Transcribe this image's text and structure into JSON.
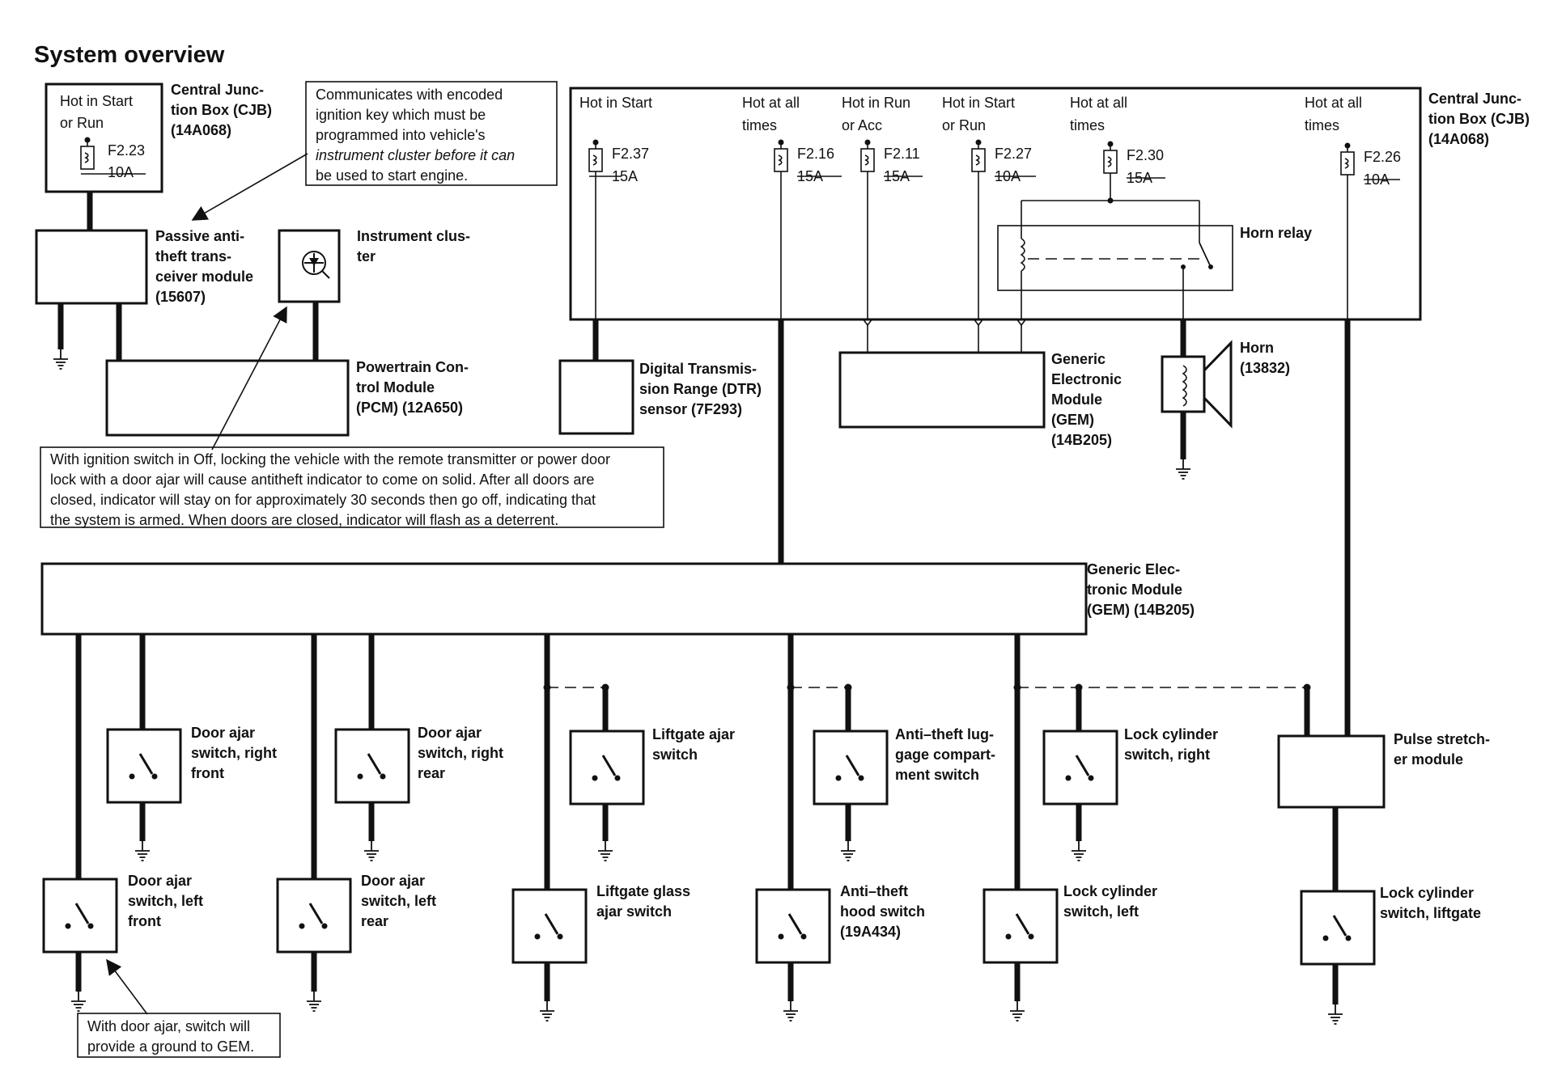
{
  "title": "System overview",
  "cjb_left": {
    "hot": [
      "Hot in Start",
      "or Run"
    ],
    "fuse_id": "F2.23",
    "fuse_amp": "10A",
    "label": [
      "Central Junc-",
      "tion Box (CJB)",
      "(14A068)"
    ]
  },
  "note_ignition_key": [
    "Communicates with encoded",
    "ignition key which must be",
    "programmed into vehicle's",
    "instrument cluster before it can",
    "be used to start engine."
  ],
  "pats_module": [
    "Passive anti-",
    "theft trans-",
    "ceiver module",
    "(15607)"
  ],
  "instrument_cluster": [
    "Instrument clus-",
    "ter"
  ],
  "pcm": [
    "Powertrain Con-",
    "trol Module",
    "(PCM) (12A650)"
  ],
  "note_antitheft_indicator": [
    "With ignition switch in Off, locking the vehicle with the remote transmitter or power door",
    "lock with a door ajar will cause antitheft indicator to come on solid. After all doors are",
    "closed, indicator will stay on for approximately 30 seconds then go off, indicating that",
    "the system is armed. When doors are closed, indicator will flash as a deterrent."
  ],
  "cjb_right": {
    "label": [
      "Central Junc-",
      "tion Box (CJB)",
      "(14A068)"
    ],
    "fuses": [
      {
        "hot": [
          "Hot in Start",
          ""
        ],
        "id": "F2.37",
        "amp": "15A"
      },
      {
        "hot": [
          "Hot at all",
          "times"
        ],
        "id": "F2.16",
        "amp": "15A"
      },
      {
        "hot": [
          "Hot in Run",
          "or Acc"
        ],
        "id": "F2.11",
        "amp": "15A"
      },
      {
        "hot": [
          "Hot in Start",
          "or Run"
        ],
        "id": "F2.27",
        "amp": "10A"
      },
      {
        "hot": [
          "Hot at all",
          "times"
        ],
        "id": "F2.30",
        "amp": "15A"
      },
      {
        "hot": [
          "Hot at all",
          "times"
        ],
        "id": "F2.26",
        "amp": "10A"
      }
    ]
  },
  "horn_relay": "Horn relay",
  "horn": [
    "Horn",
    "(13832)"
  ],
  "dtr_sensor": [
    "Digital Transmis-",
    "sion Range (DTR)",
    "sensor (7F293)"
  ],
  "gem_upper": [
    "Generic",
    "Electronic",
    "Module",
    "(GEM)",
    "(14B205)"
  ],
  "gem_main": [
    "Generic Elec-",
    "tronic Module",
    "(GEM) (14B205)"
  ],
  "switches": {
    "door_rf": [
      "Door ajar",
      "switch, right",
      "front"
    ],
    "door_rr": [
      "Door ajar",
      "switch, right",
      "rear"
    ],
    "liftgate_ajar": [
      "Liftgate ajar",
      "switch"
    ],
    "antitheft_luggage": [
      "Anti–theft lug-",
      "gage compart-",
      "ment switch"
    ],
    "lock_cyl_right": [
      "Lock cylinder",
      "switch, right"
    ],
    "door_lf": [
      "Door ajar",
      "switch, left",
      "front"
    ],
    "door_lr": [
      "Door ajar",
      "switch, left",
      "rear"
    ],
    "liftgate_glass": [
      "Liftgate glass",
      "ajar switch"
    ],
    "antitheft_hood": [
      "Anti–theft",
      "hood switch",
      "(19A434)"
    ],
    "lock_cyl_left": [
      "Lock cylinder",
      "switch, left"
    ],
    "lock_cyl_liftgate": [
      "Lock cylinder",
      "switch, liftgate"
    ]
  },
  "pulse_stretcher": [
    "Pulse stretch-",
    "er module"
  ],
  "note_door_ground": [
    "With door ajar, switch will",
    "provide a ground to GEM."
  ]
}
